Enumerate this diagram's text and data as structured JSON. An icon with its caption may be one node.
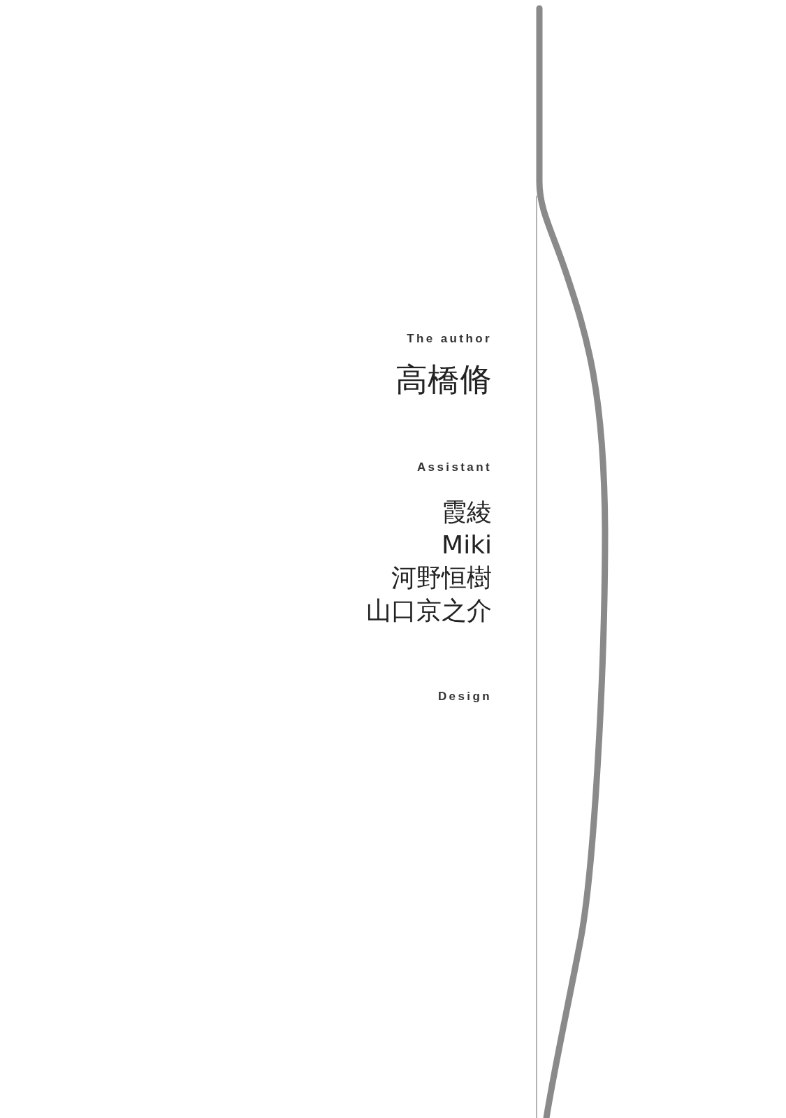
{
  "diagram": {
    "labels": [
      "The author",
      "高橋脩",
      "Assistant",
      "霞綾",
      "Miki",
      "河野恒樹",
      "山口京之介",
      "Design"
    ]
  }
}
